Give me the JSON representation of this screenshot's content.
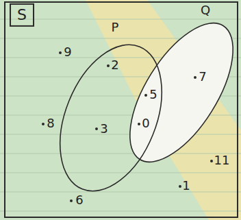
{
  "diagram": {
    "nodes": [
      {
        "text": [
          "S",
          "9",
          "8",
          "6",
          "11",
          "1"
        ]
      },
      {
        "text": [
          "P",
          "2",
          "3"
        ],
        "in": 0
      },
      {
        "text": [
          "Q",
          "7"
        ],
        "in": 0
      }
    ],
    "labels": [
      "5",
      "0"
    ]
  }
}
